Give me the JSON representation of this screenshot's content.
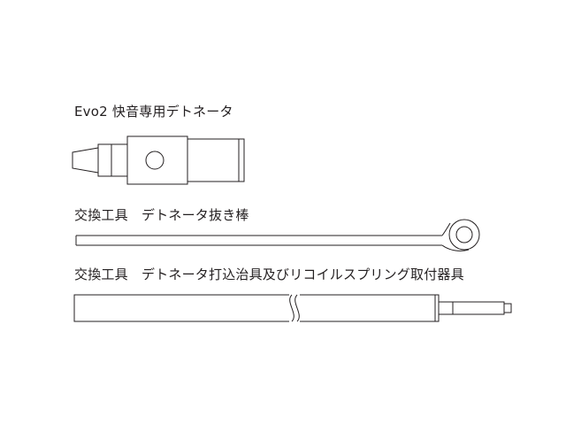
{
  "labels": {
    "detonator": "Evo2 快音専用デトネータ",
    "removal_rod": "交換工具　デトネータ抜き棒",
    "driver_tool": "交換工具　デトネータ打込治具及びリコイルスプリング取付器具"
  },
  "colors": {
    "line": "#231f20",
    "background": "#ffffff"
  }
}
